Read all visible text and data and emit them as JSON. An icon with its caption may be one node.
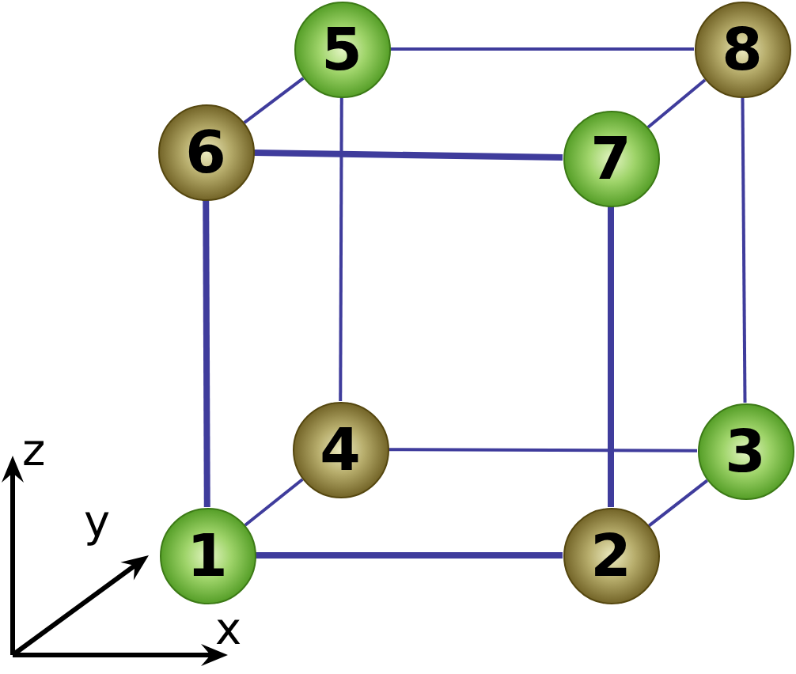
{
  "diagram": {
    "nodes": [
      {
        "text": [
          "1"
        ]
      },
      {
        "text": [
          "2"
        ]
      },
      {
        "text": [
          "3"
        ]
      },
      {
        "text": [
          "4"
        ]
      },
      {
        "text": [
          "5"
        ]
      },
      {
        "text": [
          "6"
        ]
      },
      {
        "text": [
          "7"
        ]
      },
      {
        "text": [
          "8"
        ]
      }
    ],
    "edges": [
      {
        "from": 0,
        "to": 1,
        "arrow": "none",
        "style": "thick"
      },
      {
        "from": 1,
        "to": 6,
        "arrow": "none",
        "style": "thick"
      },
      {
        "from": 6,
        "to": 5,
        "arrow": "none",
        "style": "thick"
      },
      {
        "from": 5,
        "to": 0,
        "arrow": "none",
        "style": "thick"
      },
      {
        "from": 3,
        "to": 2,
        "arrow": "none"
      },
      {
        "from": 2,
        "to": 7,
        "arrow": "none"
      },
      {
        "from": 7,
        "to": 4,
        "arrow": "none"
      },
      {
        "from": 4,
        "to": 3,
        "arrow": "none"
      },
      {
        "from": 0,
        "to": 3,
        "arrow": "none"
      },
      {
        "from": 1,
        "to": 2,
        "arrow": "none"
      },
      {
        "from": 6,
        "to": 7,
        "arrow": "none"
      },
      {
        "from": 5,
        "to": 4,
        "arrow": "none"
      }
    ],
    "labels": [
      "z",
      "y",
      "x"
    ]
  }
}
